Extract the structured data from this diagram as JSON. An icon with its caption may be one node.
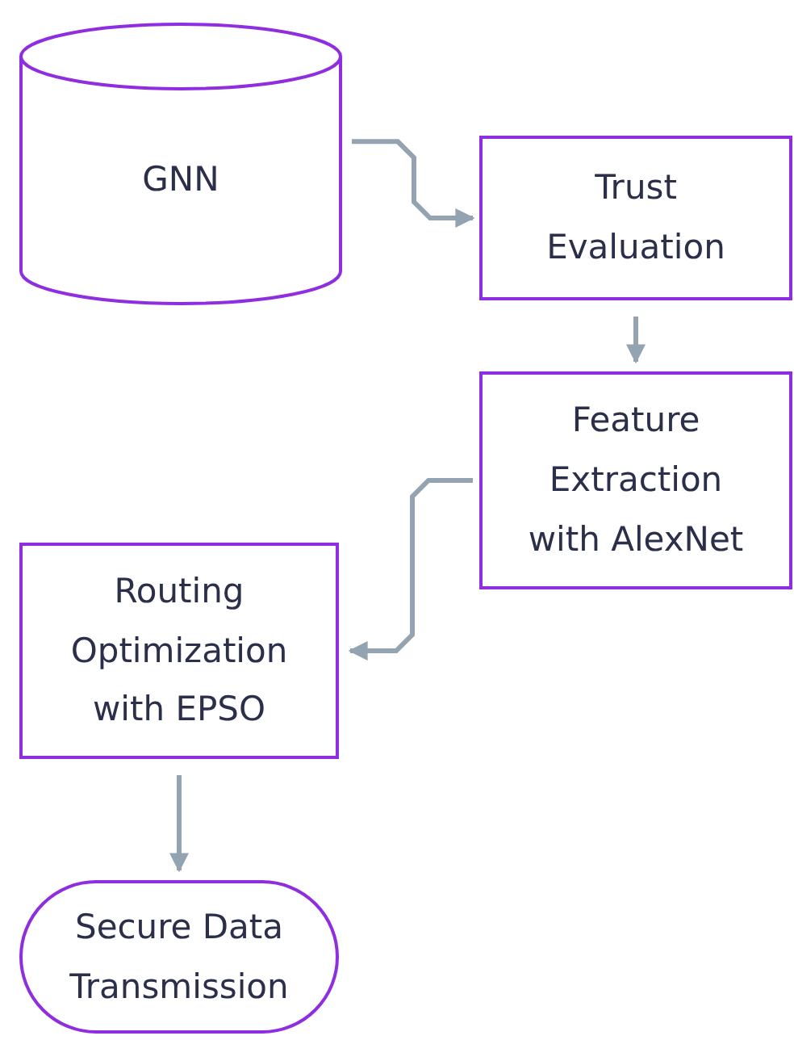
{
  "diagram": {
    "nodes": [
      {
        "text": [
          "GNN"
        ]
      },
      {
        "text": [
          "Trust Evaluation"
        ]
      },
      {
        "text": [
          "Feature Extraction with AlexNet"
        ]
      },
      {
        "text": [
          "Routing Optimization with EPSO"
        ]
      },
      {
        "text": [
          "Secure Data Transmission"
        ]
      }
    ],
    "edges": [
      {
        "from": 0,
        "to": 1,
        "arrow": "to"
      },
      {
        "from": 1,
        "to": 2,
        "arrow": "to"
      },
      {
        "from": 2,
        "to": 3,
        "arrow": "to"
      },
      {
        "from": 3,
        "to": 4,
        "arrow": "to"
      }
    ]
  }
}
